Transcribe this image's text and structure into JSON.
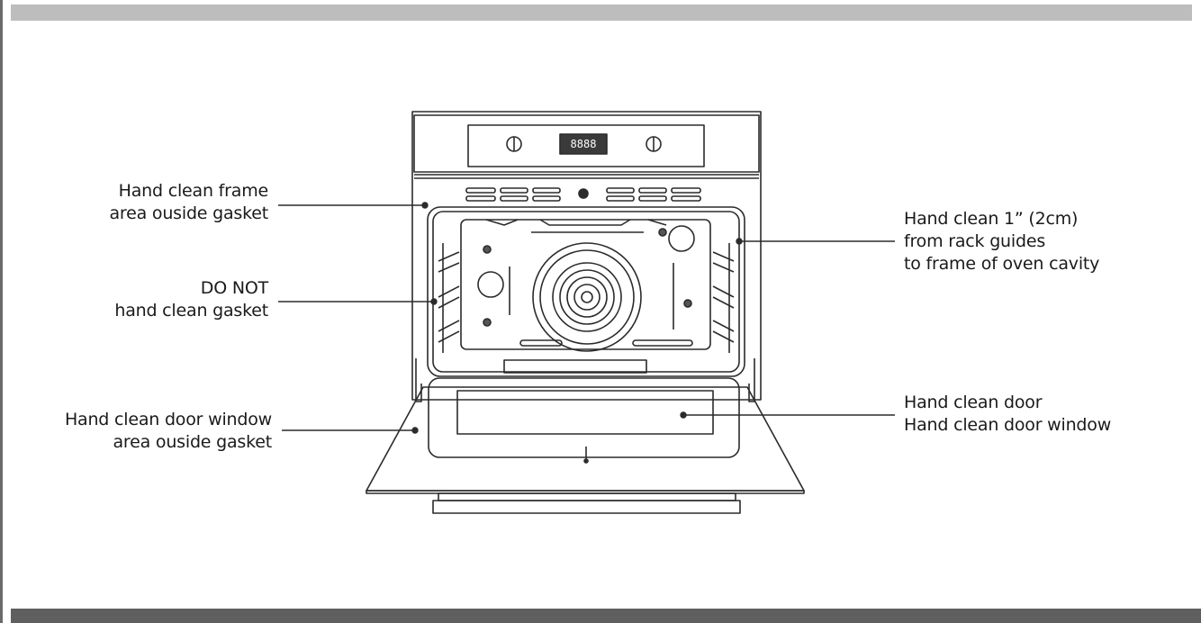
{
  "callouts": {
    "frame": {
      "line1": "Hand clean frame",
      "line2": "area ouside gasket"
    },
    "gasket": {
      "line1": "DO NOT",
      "line2": "hand clean gasket"
    },
    "door_window_area": {
      "line1": "Hand clean door window",
      "line2": "area ouside gasket"
    },
    "rack_guides": {
      "line1": "Hand clean 1” (2cm)",
      "line2": "from rack guides",
      "line3": "to frame of oven cavity"
    },
    "door": {
      "line1": "Hand clean door",
      "line2": "Hand clean door window"
    }
  },
  "display": {
    "readout": "8888"
  },
  "colors": {
    "line": "#2b2b2b",
    "top_bar": "#bdbdbd",
    "bottom_bar": "#5f5f5f"
  }
}
